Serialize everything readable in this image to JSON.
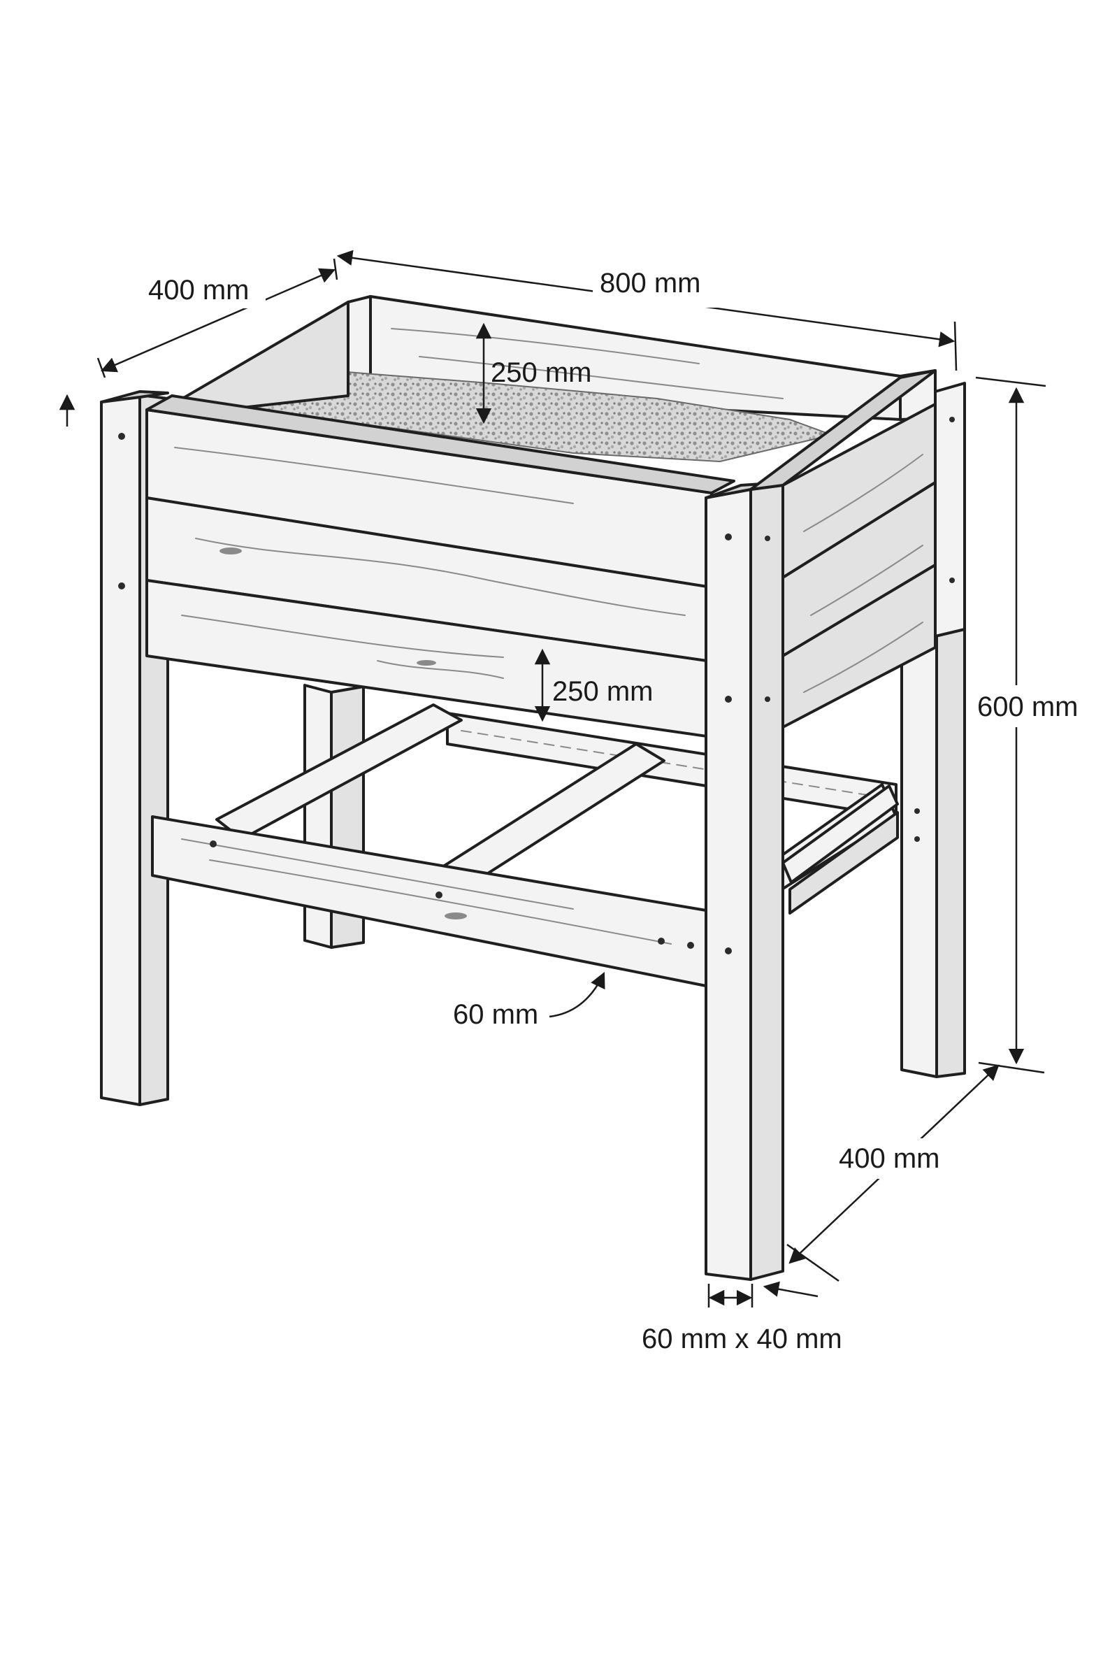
{
  "labels": {
    "depth_top": "400 mm",
    "length_top": "800 mm",
    "inner_depth": "250 mm",
    "box_height": "250 mm",
    "total_height": "600 mm",
    "depth_bottom": "400 mm",
    "rail": "60 mm",
    "leg_section": "60 mm x 40 mm"
  },
  "colors": {
    "line": "#1f1f1f",
    "wood": "#f3f3f3",
    "soil": "#cfcfcf"
  }
}
